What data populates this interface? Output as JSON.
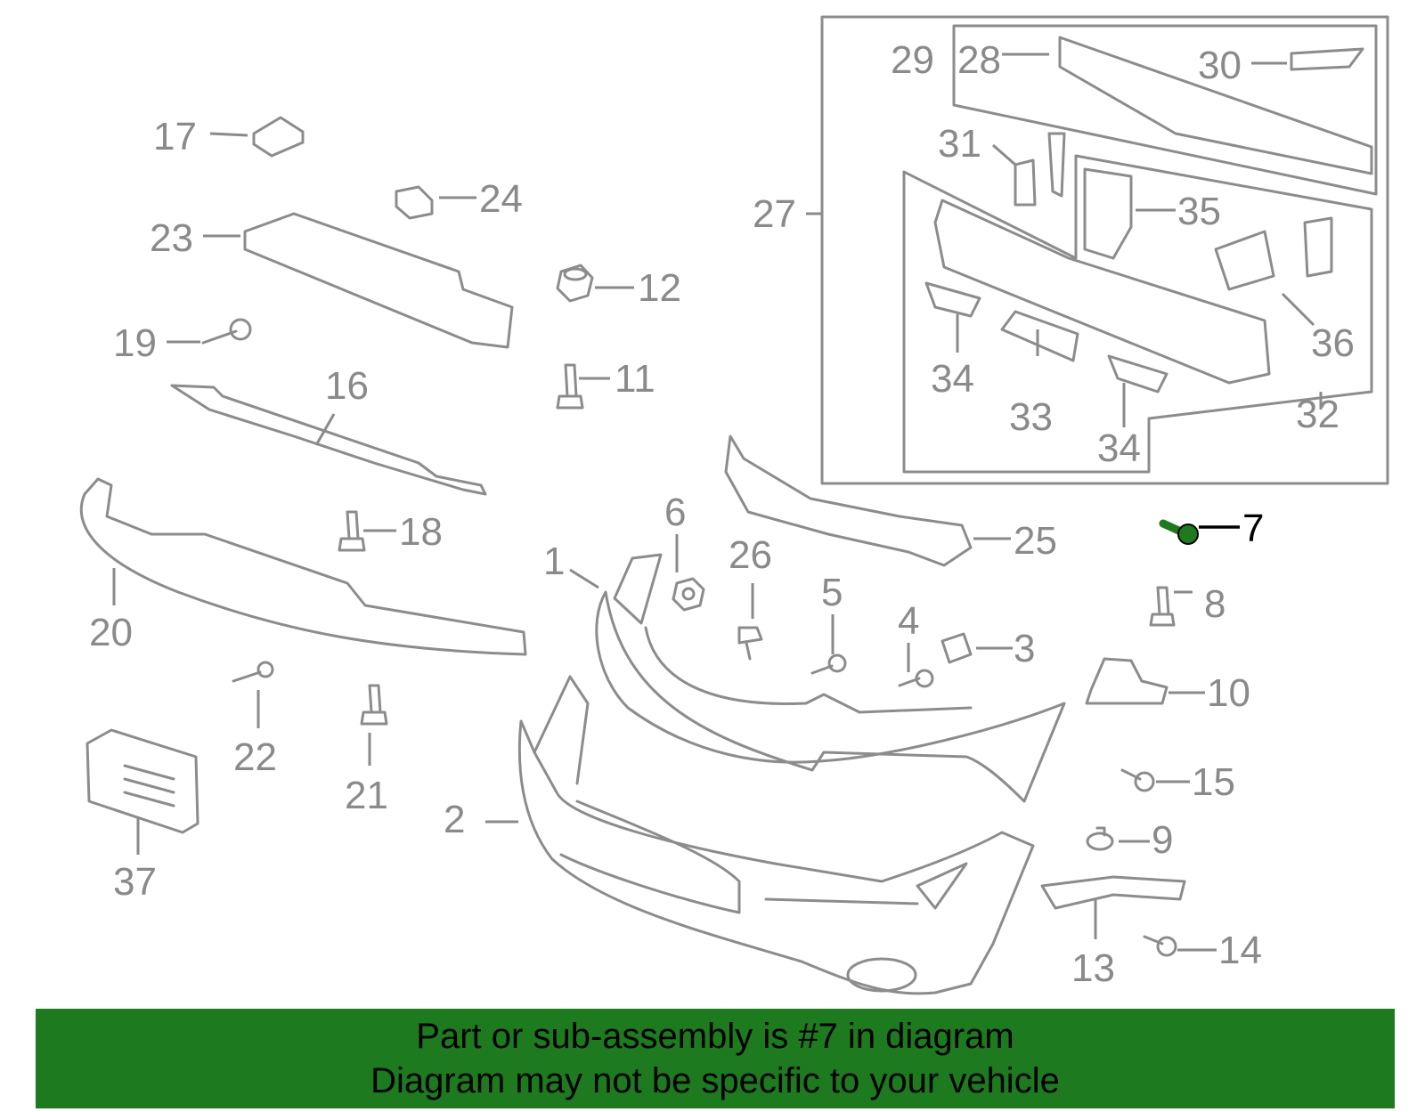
{
  "callouts": [
    "1",
    "2",
    "3",
    "4",
    "5",
    "6",
    "7",
    "8",
    "9",
    "10",
    "11",
    "12",
    "13",
    "14",
    "15",
    "16",
    "17",
    "18",
    "19",
    "20",
    "21",
    "22",
    "23",
    "24",
    "25",
    "26",
    "27",
    "28",
    "29",
    "30",
    "31",
    "32",
    "33",
    "34",
    "35",
    "36",
    "37"
  ],
  "highlighted_part": "7",
  "colors": {
    "banner_bg": "#1e7a1e",
    "highlight_part": "#1f7a1f",
    "line_art": "#8c8c8c",
    "label_text": "#8a8a8a"
  },
  "banner": {
    "line1": "Part or sub-assembly is #7 in diagram",
    "line2": "Diagram may not be specific to your vehicle"
  }
}
